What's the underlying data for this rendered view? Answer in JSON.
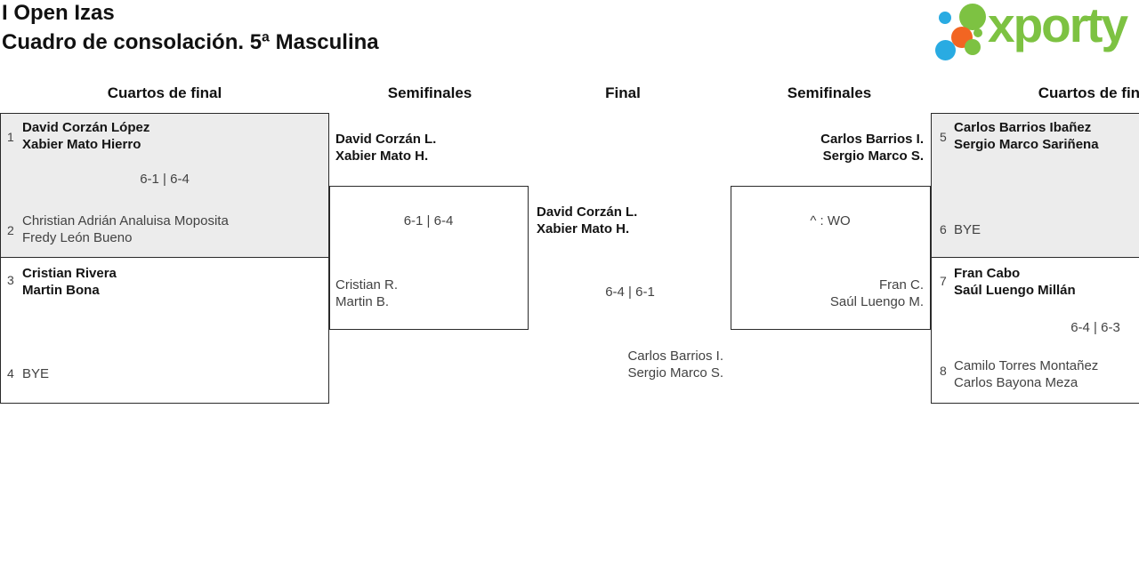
{
  "colors": {
    "logo_green": "#7dc242",
    "logo_blue": "#29abe2",
    "logo_orange": "#f26522",
    "box_gray": "#ececec"
  },
  "header": {
    "title_line1": "I Open Izas",
    "title_line2": "Cuadro de consolación. 5ª Masculina",
    "logo_text": "xporty"
  },
  "rounds": [
    "Cuartos de final",
    "Semifinales",
    "Final",
    "Semifinales",
    "Cuartos de final"
  ],
  "bracket": {
    "qf_left_top": {
      "seed1": "1",
      "team1": [
        "David Corzán López",
        "Xabier Mato Hierro"
      ],
      "score": "6-1 | 6-4",
      "seed2": "2",
      "team2": [
        "Christian Adrián Analuisa Moposita",
        "Fredy León Bueno"
      ]
    },
    "qf_left_bottom": {
      "seed1": "3",
      "team1": [
        "Cristian Rivera",
        "Martin Bona"
      ],
      "seed2": "4",
      "team2": [
        "BYE"
      ]
    },
    "sf_left": {
      "winner": [
        "David Corzán L.",
        "Xabier Mato H."
      ],
      "score": "6-1 | 6-4",
      "loser": [
        "Cristian R.",
        "Martin B."
      ]
    },
    "final": {
      "winner": [
        "David Corzán L.",
        "Xabier Mato H."
      ],
      "score": "6-4 | 6-1",
      "loser": [
        "Carlos Barrios I.",
        "Sergio Marco S."
      ]
    },
    "sf_right": {
      "winner": [
        "Carlos Barrios I.",
        "Sergio Marco S."
      ],
      "score": "^ : WO",
      "loser": [
        "Fran C.",
        "Saúl Luengo M."
      ]
    },
    "qf_right_top": {
      "seed1": "5",
      "team1": [
        "Carlos Barrios Ibañez",
        "Sergio Marco Sariñena"
      ],
      "seed2": "6",
      "team2": [
        "BYE"
      ]
    },
    "qf_right_bottom": {
      "seed1": "7",
      "team1": [
        "Fran Cabo",
        "Saúl Luengo Millán"
      ],
      "score": "6-4 | 6-3",
      "seed2": "8",
      "team2": [
        "Camilo Torres Montañez",
        "Carlos Bayona Meza"
      ]
    }
  }
}
